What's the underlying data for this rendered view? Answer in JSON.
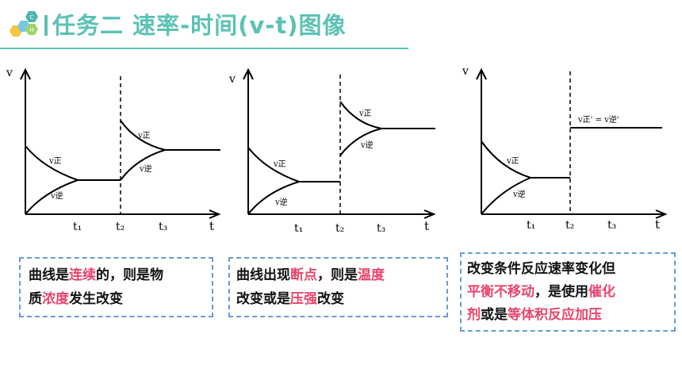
{
  "header": {
    "title": "任务二  速率-时间(v-t)图像",
    "logo_letters": [
      "C",
      "H"
    ]
  },
  "graphs": [
    {
      "y_axis": "v",
      "x_axis": "t",
      "ticks": [
        "t₁",
        "t₂",
        "t₃"
      ],
      "label_forward": "v正",
      "label_reverse": "v逆"
    },
    {
      "y_axis": "v",
      "x_axis": "t",
      "ticks": [
        "t₁",
        "t₂",
        "t₃"
      ],
      "label_forward": "v正",
      "label_reverse": "v逆"
    },
    {
      "y_axis": "v",
      "x_axis": "t",
      "ticks": [
        "t₁",
        "t₂",
        "t₃"
      ],
      "label_forward": "v正",
      "label_reverse": "v逆",
      "label_equal": "v正' =  v逆'"
    }
  ],
  "notes": [
    {
      "lines": [
        [
          {
            "t": "曲线是",
            "hl": false
          },
          {
            "t": "连续",
            "hl": true
          },
          {
            "t": "的，则是物",
            "hl": false
          }
        ],
        [
          {
            "t": "质",
            "hl": false
          },
          {
            "t": "浓度",
            "hl": true
          },
          {
            "t": "发生改变",
            "hl": false
          }
        ]
      ]
    },
    {
      "lines": [
        [
          {
            "t": "曲线出现",
            "hl": false
          },
          {
            "t": "断点",
            "hl": true
          },
          {
            "t": "，则是",
            "hl": false
          },
          {
            "t": "温度",
            "hl": true
          }
        ],
        [
          {
            "t": "改变或是",
            "hl": false
          },
          {
            "t": "压强",
            "hl": true
          },
          {
            "t": "改变",
            "hl": false
          }
        ]
      ]
    },
    {
      "lines": [
        [
          {
            "t": "改变条件反应速率变化但",
            "hl": false
          }
        ],
        [
          {
            "t": "平衡不移动",
            "hl": true
          },
          {
            "t": "，是使用",
            "hl": false
          },
          {
            "t": "催化",
            "hl": true
          }
        ],
        [
          {
            "t": "剂",
            "hl": true
          },
          {
            "t": "或是",
            "hl": false
          },
          {
            "t": "等体积反应加压",
            "hl": true
          }
        ]
      ]
    }
  ],
  "colors": {
    "accent": "#5bc2b4",
    "highlight": "#e8456b",
    "box_border": "#6b9bd1"
  }
}
